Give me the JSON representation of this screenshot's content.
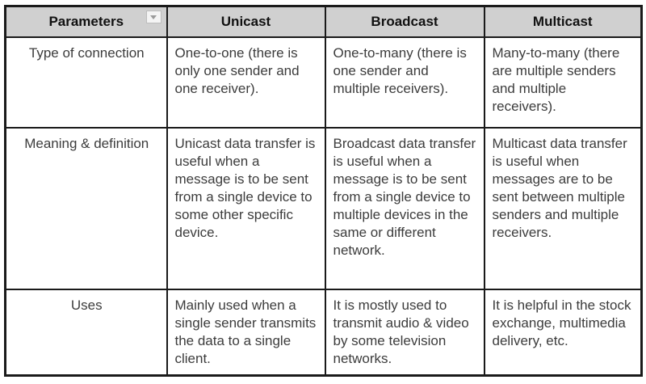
{
  "colors": {
    "border-color": "#1a1a1a",
    "header-bg": "#d0d0d0",
    "header-text": "#111111",
    "body-text": "#3c3c3c",
    "page-bg": "#ffffff"
  },
  "table": {
    "headers": [
      "Parameters",
      "Unicast",
      "Broadcast",
      "Multicast"
    ],
    "header_dropdown_icon": "chevron-down",
    "rows": [
      {
        "cells": [
          "Type of connection",
          "One-to-one (there is only one sender and one receiver).",
          "One-to-many (there is one sender and multiple receivers).",
          "Many-to-many (there are multiple senders and multiple receivers)."
        ]
      },
      {
        "cells": [
          "Meaning & definition",
          "Unicast data transfer is useful when a message is to be sent from a single device to some other specific device.",
          "Broadcast data transfer is useful when a message is to be sent from a single device to multiple devices in the same or different network.",
          "Multicast data transfer is useful when messages are to be sent between multiple senders and multiple receivers."
        ]
      },
      {
        "cells": [
          "Uses",
          "Mainly used when a single sender transmits the data to a single client.",
          "It is mostly used to transmit audio & video by some television networks.",
          "It is helpful in the stock exchange, multimedia delivery, etc."
        ]
      }
    ]
  }
}
